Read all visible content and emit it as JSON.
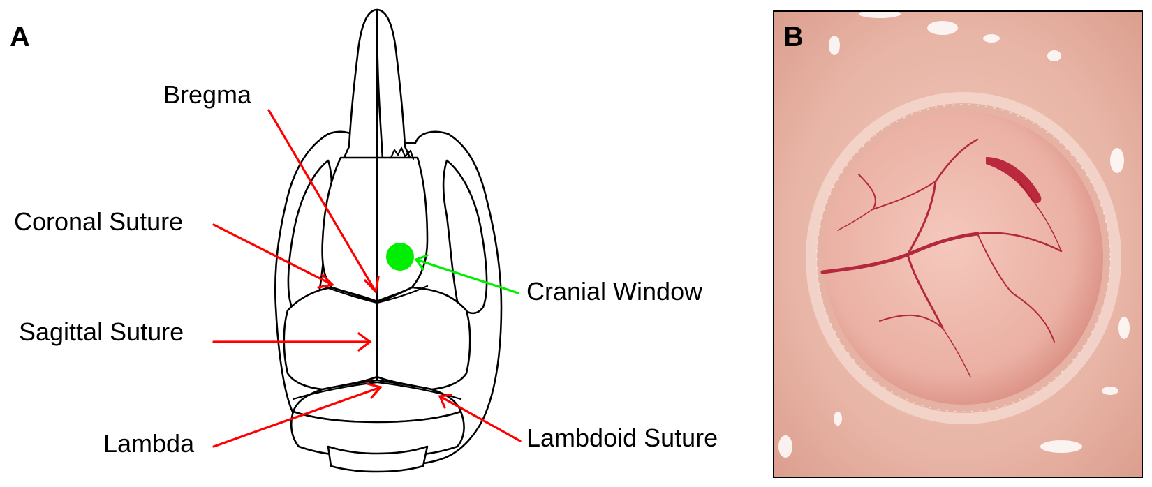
{
  "panel_a": {
    "letter": "A",
    "labels": {
      "bregma": "Bregma",
      "coronal_suture": "Coronal Suture",
      "sagittal_suture": "Sagittal Suture",
      "lambda": "Lambda",
      "cranial_window": "Cranial Window",
      "lambdoid_suture": "Lambdoid Suture"
    }
  },
  "panel_b": {
    "letter": "B"
  },
  "colors": {
    "annotation_arrow": "#ff0000",
    "cranial_window": "#00ee00",
    "photo_background": "#e8b5a6",
    "vessel": "#b3283c"
  }
}
